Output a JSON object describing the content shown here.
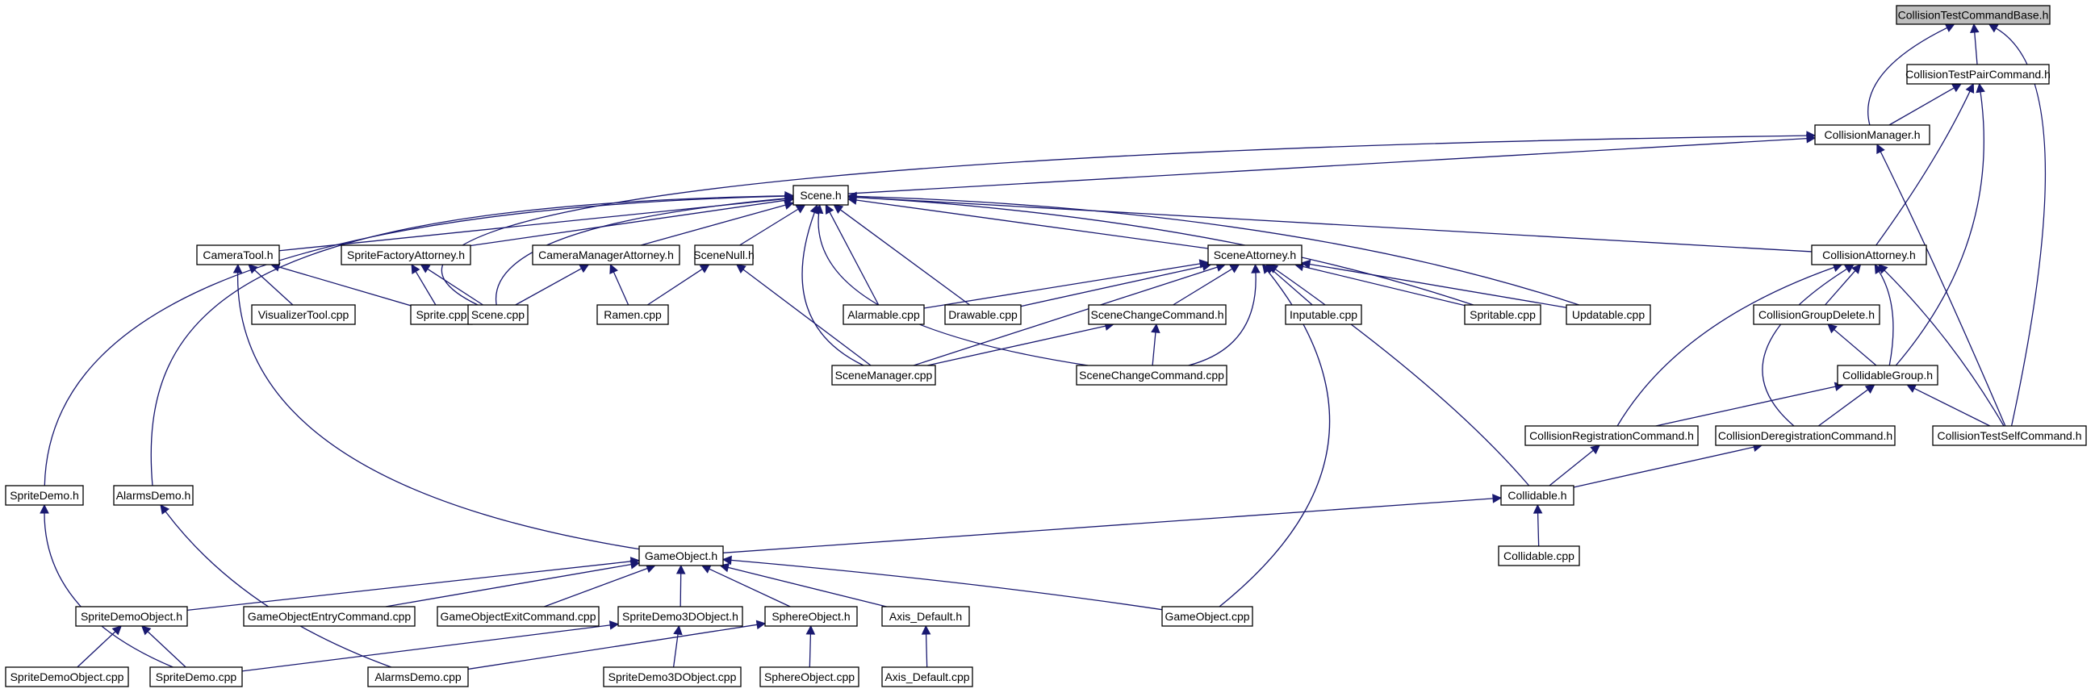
{
  "graph": {
    "colors": {
      "edge": "#191970",
      "node_border": "#000000",
      "root_fill": "#bfbfbf",
      "node_fill": "#ffffff"
    },
    "nodes": [
      {
        "id": "CollisionTestCommandBase_h",
        "label": "CollisionTestCommandBase.h",
        "root": true
      },
      {
        "id": "CollisionTestPairCommand_h",
        "label": "CollisionTestPairCommand.h"
      },
      {
        "id": "CollisionManager_h",
        "label": "CollisionManager.h"
      },
      {
        "id": "Scene_h",
        "label": "Scene.h"
      },
      {
        "id": "CameraTool_h",
        "label": "CameraTool.h"
      },
      {
        "id": "SpriteFactoryAttorney_h",
        "label": "SpriteFactoryAttorney.h"
      },
      {
        "id": "CameraManagerAttorney_h",
        "label": "CameraManagerAttorney.h"
      },
      {
        "id": "SceneNull_h",
        "label": "SceneNull.h"
      },
      {
        "id": "SceneAttorney_h",
        "label": "SceneAttorney.h"
      },
      {
        "id": "CollisionAttorney_h",
        "label": "CollisionAttorney.h"
      },
      {
        "id": "VisualizerTool_cpp",
        "label": "VisualizerTool.cpp"
      },
      {
        "id": "Sprite_cpp",
        "label": "Sprite.cpp"
      },
      {
        "id": "Scene_cpp",
        "label": "Scene.cpp"
      },
      {
        "id": "Ramen_cpp",
        "label": "Ramen.cpp"
      },
      {
        "id": "Alarmable_cpp",
        "label": "Alarmable.cpp"
      },
      {
        "id": "Drawable_cpp",
        "label": "Drawable.cpp"
      },
      {
        "id": "SceneChangeCommand_h",
        "label": "SceneChangeCommand.h"
      },
      {
        "id": "Inputable_cpp",
        "label": "Inputable.cpp"
      },
      {
        "id": "Spritable_cpp",
        "label": "Spritable.cpp"
      },
      {
        "id": "Updatable_cpp",
        "label": "Updatable.cpp"
      },
      {
        "id": "CollisionGroupDelete_h",
        "label": "CollisionGroupDelete.h"
      },
      {
        "id": "SceneManager_cpp",
        "label": "SceneManager.cpp"
      },
      {
        "id": "SceneChangeCommand_cpp",
        "label": "SceneChangeCommand.cpp"
      },
      {
        "id": "CollidableGroup_h",
        "label": "CollidableGroup.h"
      },
      {
        "id": "CollisionRegistrationCommand_h",
        "label": "CollisionRegistrationCommand.h"
      },
      {
        "id": "CollisionDeregistrationCommand_h",
        "label": "CollisionDeregistrationCommand.h"
      },
      {
        "id": "CollisionTestSelfCommand_h",
        "label": "CollisionTestSelfCommand.h"
      },
      {
        "id": "SpriteDemo_h",
        "label": "SpriteDemo.h"
      },
      {
        "id": "AlarmsDemo_h",
        "label": "AlarmsDemo.h"
      },
      {
        "id": "Collidable_h",
        "label": "Collidable.h"
      },
      {
        "id": "GameObject_h",
        "label": "GameObject.h"
      },
      {
        "id": "Collidable_cpp",
        "label": "Collidable.cpp"
      },
      {
        "id": "SpriteDemoObject_h",
        "label": "SpriteDemoObject.h"
      },
      {
        "id": "GameObjectEntryCommand_cpp",
        "label": "GameObjectEntryCommand.cpp"
      },
      {
        "id": "GameObjectExitCommand_cpp",
        "label": "GameObjectExitCommand.cpp"
      },
      {
        "id": "SpriteDemo3DObject_h",
        "label": "SpriteDemo3DObject.h"
      },
      {
        "id": "SphereObject_h",
        "label": "SphereObject.h"
      },
      {
        "id": "Axis_Default_h",
        "label": "Axis_Default.h"
      },
      {
        "id": "GameObject_cpp",
        "label": "GameObject.cpp"
      },
      {
        "id": "SpriteDemoObject_cpp",
        "label": "SpriteDemoObject.cpp"
      },
      {
        "id": "SpriteDemo_cpp",
        "label": "SpriteDemo.cpp"
      },
      {
        "id": "AlarmsDemo_cpp",
        "label": "AlarmsDemo.cpp"
      },
      {
        "id": "SpriteDemo3DObject_cpp",
        "label": "SpriteDemo3DObject.cpp"
      },
      {
        "id": "SphereObject_cpp",
        "label": "SphereObject.cpp"
      },
      {
        "id": "Axis_Default_cpp",
        "label": "Axis_Default.cpp"
      }
    ],
    "edges": [
      {
        "from": "CollisionTestPairCommand_h",
        "to": "CollisionTestCommandBase_h"
      },
      {
        "from": "CollisionManager_h",
        "to": "CollisionTestCommandBase_h"
      },
      {
        "from": "CollisionTestSelfCommand_h",
        "to": "CollisionTestCommandBase_h"
      },
      {
        "from": "CollisionManager_h",
        "to": "CollisionTestPairCommand_h"
      },
      {
        "from": "CollisionAttorney_h",
        "to": "CollisionTestPairCommand_h"
      },
      {
        "from": "CollidableGroup_h",
        "to": "CollisionTestPairCommand_h"
      },
      {
        "from": "Scene_h",
        "to": "CollisionManager_h"
      },
      {
        "from": "Scene_cpp",
        "to": "CollisionManager_h"
      },
      {
        "from": "CollisionTestSelfCommand_h",
        "to": "CollisionManager_h"
      },
      {
        "from": "CameraTool_h",
        "to": "Scene_h"
      },
      {
        "from": "SpriteFactoryAttorney_h",
        "to": "Scene_h"
      },
      {
        "from": "CameraManagerAttorney_h",
        "to": "Scene_h"
      },
      {
        "from": "SceneNull_h",
        "to": "Scene_h"
      },
      {
        "from": "SceneAttorney_h",
        "to": "Scene_h"
      },
      {
        "from": "CollisionAttorney_h",
        "to": "Scene_h"
      },
      {
        "from": "Scene_cpp",
        "to": "Scene_h"
      },
      {
        "from": "Alarmable_cpp",
        "to": "Scene_h"
      },
      {
        "from": "Drawable_cpp",
        "to": "Scene_h"
      },
      {
        "from": "Spritable_cpp",
        "to": "Scene_h"
      },
      {
        "from": "Updatable_cpp",
        "to": "Scene_h"
      },
      {
        "from": "SceneManager_cpp",
        "to": "Scene_h"
      },
      {
        "from": "SceneChangeCommand_cpp",
        "to": "Scene_h"
      },
      {
        "from": "SpriteDemo_h",
        "to": "Scene_h"
      },
      {
        "from": "AlarmsDemo_h",
        "to": "Scene_h"
      },
      {
        "from": "VisualizerTool_cpp",
        "to": "CameraTool_h"
      },
      {
        "from": "Sprite_cpp",
        "to": "CameraTool_h"
      },
      {
        "from": "GameObject_h",
        "to": "CameraTool_h"
      },
      {
        "from": "Sprite_cpp",
        "to": "SpriteFactoryAttorney_h"
      },
      {
        "from": "Scene_cpp",
        "to": "SpriteFactoryAttorney_h"
      },
      {
        "from": "Scene_cpp",
        "to": "CameraManagerAttorney_h"
      },
      {
        "from": "Ramen_cpp",
        "to": "CameraManagerAttorney_h"
      },
      {
        "from": "Ramen_cpp",
        "to": "SceneNull_h"
      },
      {
        "from": "SceneManager_cpp",
        "to": "SceneNull_h"
      },
      {
        "from": "Alarmable_cpp",
        "to": "SceneAttorney_h"
      },
      {
        "from": "Drawable_cpp",
        "to": "SceneAttorney_h"
      },
      {
        "from": "SceneChangeCommand_h",
        "to": "SceneAttorney_h"
      },
      {
        "from": "Inputable_cpp",
        "to": "SceneAttorney_h"
      },
      {
        "from": "Spritable_cpp",
        "to": "SceneAttorney_h"
      },
      {
        "from": "Updatable_cpp",
        "to": "SceneAttorney_h"
      },
      {
        "from": "SceneManager_cpp",
        "to": "SceneAttorney_h"
      },
      {
        "from": "SceneChangeCommand_cpp",
        "to": "SceneAttorney_h"
      },
      {
        "from": "Collidable_h",
        "to": "SceneAttorney_h"
      },
      {
        "from": "GameObject_cpp",
        "to": "SceneAttorney_h"
      },
      {
        "from": "SceneManager_cpp",
        "to": "SceneChangeCommand_h"
      },
      {
        "from": "SceneChangeCommand_cpp",
        "to": "SceneChangeCommand_h"
      },
      {
        "from": "CollisionGroupDelete_h",
        "to": "CollisionAttorney_h"
      },
      {
        "from": "CollidableGroup_h",
        "to": "CollisionAttorney_h"
      },
      {
        "from": "CollisionRegistrationCommand_h",
        "to": "CollisionAttorney_h"
      },
      {
        "from": "CollisionDeregistrationCommand_h",
        "to": "CollisionAttorney_h"
      },
      {
        "from": "CollisionTestSelfCommand_h",
        "to": "CollisionAttorney_h"
      },
      {
        "from": "CollidableGroup_h",
        "to": "CollisionGroupDelete_h"
      },
      {
        "from": "CollisionRegistrationCommand_h",
        "to": "CollidableGroup_h"
      },
      {
        "from": "CollisionDeregistrationCommand_h",
        "to": "CollidableGroup_h"
      },
      {
        "from": "CollisionTestSelfCommand_h",
        "to": "CollidableGroup_h"
      },
      {
        "from": "Collidable_h",
        "to": "CollisionRegistrationCommand_h"
      },
      {
        "from": "Collidable_h",
        "to": "CollisionDeregistrationCommand_h"
      },
      {
        "from": "Collidable_cpp",
        "to": "Collidable_h"
      },
      {
        "from": "GameObject_h",
        "to": "Collidable_h"
      },
      {
        "from": "SpriteDemo_cpp",
        "to": "SpriteDemo_h"
      },
      {
        "from": "AlarmsDemo_cpp",
        "to": "AlarmsDemo_h"
      },
      {
        "from": "SpriteDemoObject_h",
        "to": "GameObject_h"
      },
      {
        "from": "GameObjectEntryCommand_cpp",
        "to": "GameObject_h"
      },
      {
        "from": "GameObjectExitCommand_cpp",
        "to": "GameObject_h"
      },
      {
        "from": "SpriteDemo3DObject_h",
        "to": "GameObject_h"
      },
      {
        "from": "SphereObject_h",
        "to": "GameObject_h"
      },
      {
        "from": "Axis_Default_h",
        "to": "GameObject_h"
      },
      {
        "from": "GameObject_cpp",
        "to": "GameObject_h"
      },
      {
        "from": "SpriteDemoObject_cpp",
        "to": "SpriteDemoObject_h"
      },
      {
        "from": "SpriteDemo_cpp",
        "to": "SpriteDemoObject_h"
      },
      {
        "from": "SpriteDemo_cpp",
        "to": "SpriteDemo3DObject_h"
      },
      {
        "from": "SpriteDemo3DObject_cpp",
        "to": "SpriteDemo3DObject_h"
      },
      {
        "from": "AlarmsDemo_cpp",
        "to": "SphereObject_h"
      },
      {
        "from": "SphereObject_cpp",
        "to": "SphereObject_h"
      },
      {
        "from": "Axis_Default_cpp",
        "to": "Axis_Default_h"
      }
    ]
  }
}
